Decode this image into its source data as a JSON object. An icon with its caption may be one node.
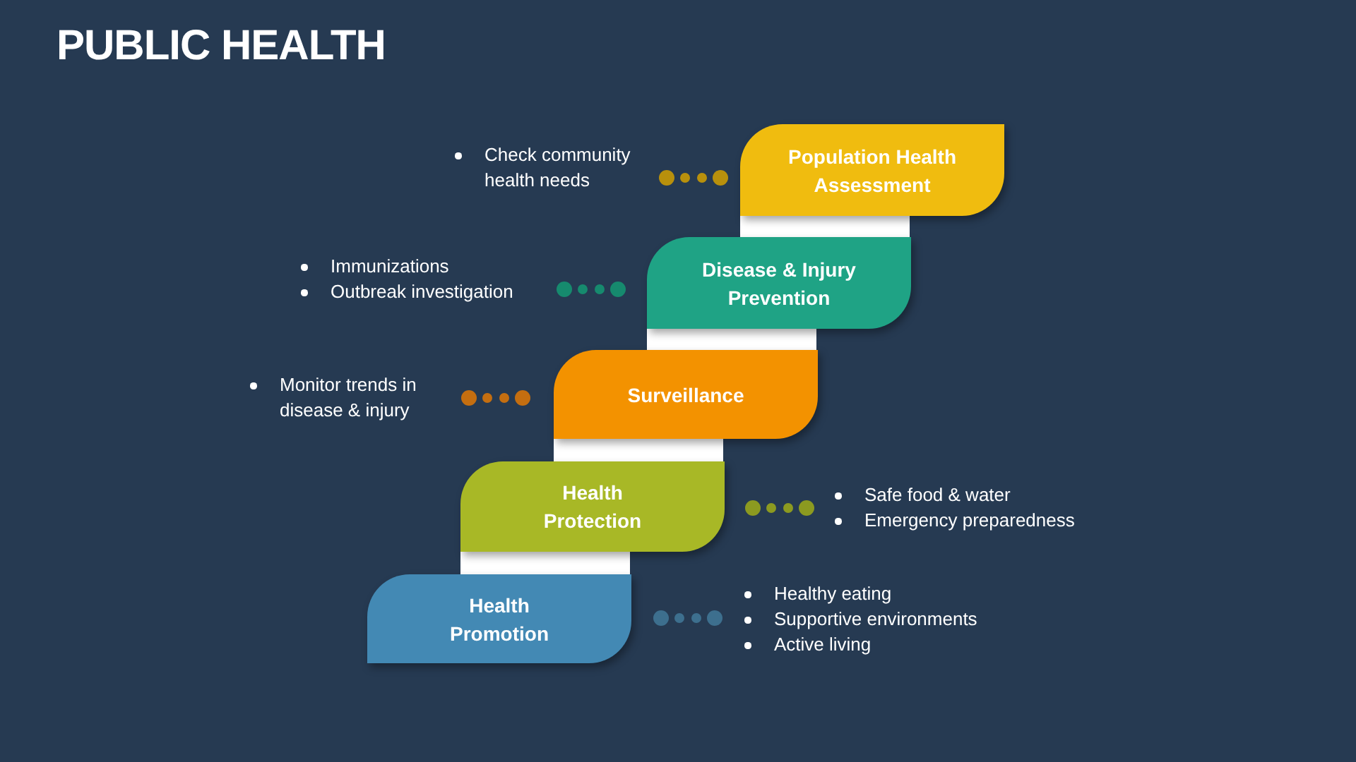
{
  "diagram": {
    "title": "PUBLIC HEALTH",
    "nodes": [
      {
        "text": [
          "Check community health needs"
        ]
      },
      {
        "text": [
          "Population Health Assessment"
        ]
      },
      {
        "text": [],
        "shape": "bar"
      },
      {
        "text": [
          "Immunizations",
          "Outbreak investigation"
        ]
      },
      {
        "text": [
          "Disease & Injury Prevention"
        ]
      },
      {
        "text": [],
        "shape": "bar"
      },
      {
        "text": [
          "Monitor trends in disease & injury"
        ]
      },
      {
        "text": [
          "Surveillance"
        ]
      },
      {
        "text": [],
        "shape": "bar"
      },
      {
        "text": [
          "Health Protection"
        ]
      },
      {
        "text": [
          "Safe food & water",
          "Emergency preparedness"
        ]
      },
      {
        "text": [],
        "shape": "bar"
      },
      {
        "text": [
          "Health Promotion"
        ]
      },
      {
        "text": [
          "Healthy eating",
          "Supportive environments",
          "Active living"
        ]
      }
    ],
    "edges": [
      {
        "from": 0,
        "to": 1,
        "arrow": "other",
        "color": "#b8900c"
      },
      {
        "from": 3,
        "to": 4,
        "arrow": "other",
        "color": "#168a6e"
      },
      {
        "from": 6,
        "to": 7,
        "arrow": "other",
        "color": "#c46e10"
      },
      {
        "from": 9,
        "to": 10,
        "arrow": "other",
        "color": "#8c9a20"
      },
      {
        "from": 12,
        "to": 13,
        "arrow": "other",
        "color": "#3d6f8e"
      }
    ]
  }
}
